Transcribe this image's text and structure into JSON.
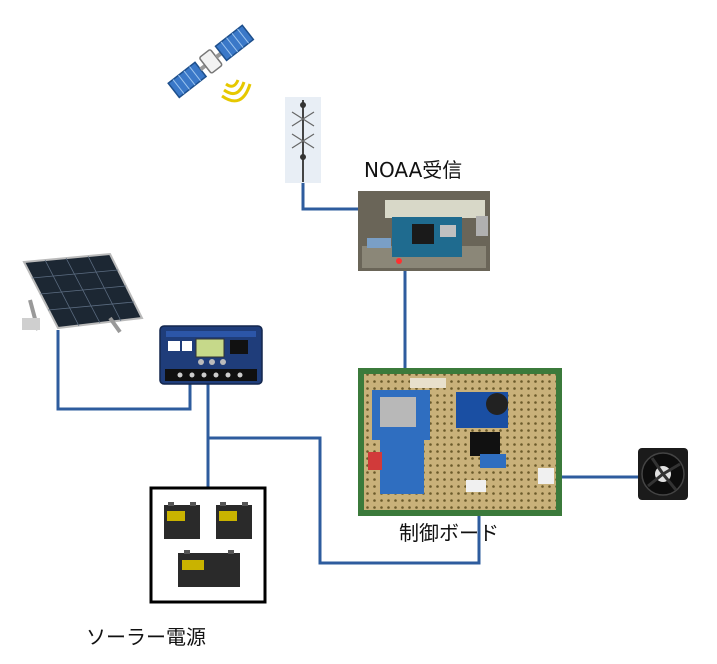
{
  "labels": {
    "noaa": "NOAA受信",
    "control_board": "制御ボード",
    "solar_power": "ソーラー電源"
  },
  "colors": {
    "wire": "#2E5C9E",
    "battery_box_border": "#000000",
    "battery_body": "#2a2a2a",
    "battery_label": "#c9b300",
    "pcb": "#3b7a3b"
  },
  "icons": [
    "satellite-icon",
    "antenna-icon",
    "sdr-receiver-photo",
    "solar-panel-icon",
    "charge-controller-icon",
    "battery-icon",
    "control-board-photo",
    "fan-icon"
  ]
}
